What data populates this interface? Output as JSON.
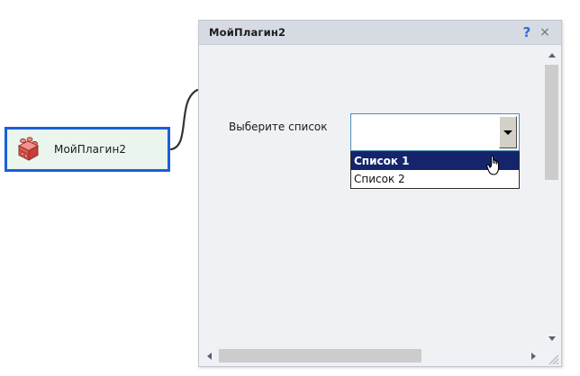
{
  "canvas": {
    "node": {
      "label": "МойПлагин2",
      "icon": "plugin-cube-icon",
      "border_color": "#1b5fd9",
      "fill_color": "#eaf5ee"
    },
    "connector": {
      "name": "node-to-dialog-connector",
      "color": "#333333"
    }
  },
  "dialog": {
    "title": "МойПлагин2",
    "titlebar_color": "#d6dbe3",
    "body_color": "#eff1f5",
    "buttons": {
      "help": "?",
      "close": "×",
      "help_color": "#2f6fd0",
      "close_color": "#6b6f77"
    },
    "form": {
      "field_label": "Выберите список",
      "combobox": {
        "value": "",
        "placeholder": "",
        "focus_border_color": "#4d8fb5",
        "expanded": true,
        "options": [
          {
            "label": "Список 1",
            "selected": true
          },
          {
            "label": "Список 2",
            "selected": false
          }
        ],
        "highlight_color": "#15256b"
      }
    },
    "scrollbars": {
      "vertical": {
        "up_arrow": "▲",
        "down_arrow": "▼",
        "thumb_color": "#cccccc"
      },
      "horizontal": {
        "left_arrow": "◀",
        "right_arrow": "▶",
        "thumb_color": "#cccccc"
      }
    },
    "resize_grip": "resize-grip-icon"
  },
  "cursor": {
    "type": "pointing-hand-cursor"
  }
}
